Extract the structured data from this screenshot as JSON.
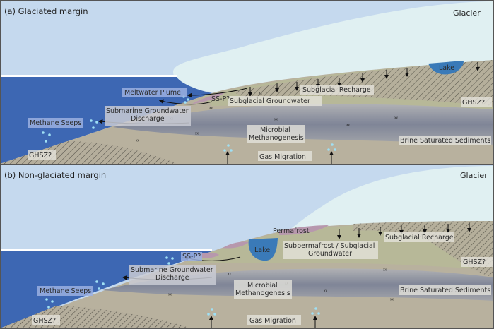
{
  "panels": [
    {
      "id": "a",
      "title": "(a) Glaciated margin",
      "labels": {
        "glacier": "Glacier",
        "lake": "Lake",
        "meltwater_plume": "Meltwater Plume",
        "ss_p": "SS-P?",
        "subglacial_recharge": "Subglacial Recharge",
        "subglacial_groundwater": "Subglacial Groundwater",
        "sgd_line1": "Submarine Groundwater",
        "sgd_line2": "Discharge",
        "methane_seeps": "Methane Seeps",
        "ghsz_right": "GHSZ?",
        "ghsz_left": "GHSZ?",
        "microbial_line1": "Microbial",
        "microbial_line2": "Methanogenesis",
        "brine": "Brine Saturated Sediments",
        "gas_migration": "Gas Migration"
      }
    },
    {
      "id": "b",
      "title": "(b) Non-glaciated margin",
      "labels": {
        "glacier": "Glacier",
        "lake": "Lake",
        "permafrost": "Permafrost",
        "ss_p": "SS-P?",
        "subglacial_recharge": "Subglacial Recharge",
        "subpermafrost_line1": "Subpermafrost / Subglacial",
        "subpermafrost_line2": "Groundwater",
        "sgd_line1": "Submarine Groundwater",
        "sgd_line2": "Discharge",
        "methane_seeps": "Methane Seeps",
        "ghsz_right": "GHSZ?",
        "ghsz_left": "GHSZ?",
        "microbial_line1": "Microbial",
        "microbial_line2": "Methanogenesis",
        "brine": "Brine Saturated Sediments",
        "gas_migration": "Gas Migration"
      }
    }
  ],
  "colors": {
    "sky": "#c5d9ee",
    "glacier": "#e0f0f2",
    "ocean": "#3d67b3",
    "lake": "#3a7ab8",
    "sediment": "#b8b19e",
    "groundwater": "#b7b898",
    "brine": "#8d93a3",
    "permafrost": "#b798ad",
    "bubble": "#9fe0f5"
  }
}
